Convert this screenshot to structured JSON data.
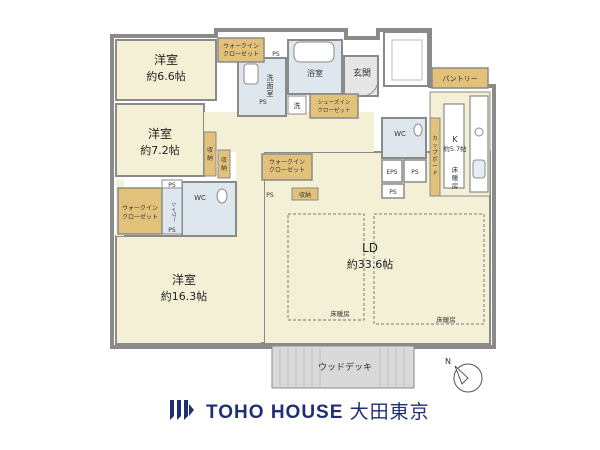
{
  "rooms": {
    "bedroom1": {
      "name": "洋室",
      "size": "約6.6帖"
    },
    "bedroom2": {
      "name": "洋室",
      "size": "約7.2帖"
    },
    "bedroom3": {
      "name": "洋室",
      "size": "約16.3帖"
    },
    "ld": {
      "name": "LD",
      "size": "約33.6帖"
    },
    "kitchen": {
      "name": "K",
      "size": "約5.7帖"
    }
  },
  "labels": {
    "wic_top": [
      "ウォークイン",
      "クローゼット"
    ],
    "wic_mid": [
      "ウォークイン",
      "クローゼット"
    ],
    "wic_left": [
      "ウォークイン",
      "クローゼット"
    ],
    "shoes_closet": [
      "シューズイン",
      "クローゼット"
    ],
    "washroom": [
      "洗",
      "面",
      "室"
    ],
    "bath": "浴室",
    "entrance": "玄関",
    "wash": "洗",
    "pantry": "パントリー",
    "cupboard": [
      "カ",
      "ッ",
      "プ",
      "ボ",
      "ー",
      "ド"
    ],
    "floor_heating_k": [
      "床",
      "暖",
      "房"
    ],
    "floor_heating_1": "床暖房",
    "floor_heating_2": "床暖房",
    "storage1": [
      "収",
      "納"
    ],
    "storage2": [
      "収",
      "納"
    ],
    "storage3": "収納",
    "wc": "WC",
    "wc2": "WC",
    "ps": "PS",
    "eps": "EPS",
    "shower": "シャワー",
    "wood_deck": "ウッドデッキ",
    "north": "N"
  },
  "brand": {
    "name": "TOHO HOUSE",
    "branch": "大田東京"
  },
  "colors": {
    "wall": "#8a8a8a",
    "floor": "#f3f0d6",
    "closet": "#e2c27a",
    "wet": "#dfe7ee",
    "brand": "#1f2f73",
    "deck": "#d9d9d9"
  }
}
